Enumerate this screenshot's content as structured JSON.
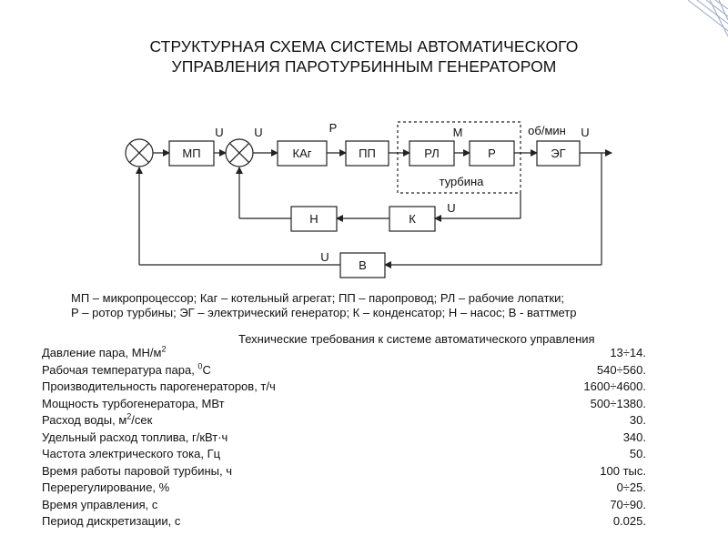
{
  "title": {
    "line1": "СТРУКТУРНАЯ СХЕМА СИСТЕМЫ АВТОМАТИЧЕСКОГО",
    "line2": "УПРАВЛЕНИЯ ПАРОТУРБИННЫМ ГЕНЕРАТОРОМ"
  },
  "diagram": {
    "blocks": {
      "mp": "МП",
      "kag": "КАг",
      "pp": "ПП",
      "rl": "РЛ",
      "r": "Р",
      "eg": "ЭГ",
      "n": "Н",
      "k": "К",
      "v": "В"
    },
    "signals": {
      "u_mp": "U",
      "u_sum2": "U",
      "p": "P",
      "m": "M",
      "speed": "об/мин",
      "u_out": "U",
      "u_k": "U",
      "u_v": "U"
    },
    "turbine_label": "турбина",
    "colors": {
      "line": "#222222",
      "accent": "#7a8fb0"
    }
  },
  "legend": {
    "line1": "МП – микропроцессор; Каг – котельный агрегат; ПП – паропровод; РЛ – рабочие лопатки;",
    "line2": "Р – ротор турбины; ЭГ – электрический генератор; К – конденсатор; Н – насос; В - ваттметр"
  },
  "specs": {
    "heading": "Технические требования к системе автоматического управления",
    "rows": [
      {
        "label": "Давление пара, МН/м",
        "sup": "2",
        "label_after": "",
        "value": "13÷14."
      },
      {
        "label": "Рабочая температура пара, ",
        "sup": "0",
        "label_after": "С",
        "value": "540÷560."
      },
      {
        "label": "Производительность парогенераторов, т/ч",
        "sup": "",
        "label_after": "",
        "value": "1600÷4600."
      },
      {
        "label": "Мощность турбогенератора, МВт",
        "sup": "",
        "label_after": "",
        "value": "500÷1380."
      },
      {
        "label": "Расход воды, м",
        "sup": "2",
        "label_after": "/сек",
        "value": "30."
      },
      {
        "label": "Удельный расход топлива, г/кВт·ч",
        "sup": "",
        "label_after": "",
        "value": "340."
      },
      {
        "label": "Частота электрического тока, Гц",
        "sup": "",
        "label_after": "",
        "value": "50."
      },
      {
        "label": "Время работы паровой турбины, ч",
        "sup": "",
        "label_after": "",
        "value": "100 тыс."
      },
      {
        "label": "Перерегулирование, %",
        "sup": "",
        "label_after": "",
        "value": "0÷25."
      },
      {
        "label": "Время управления, с",
        "sup": "",
        "label_after": "",
        "value": "70÷90."
      },
      {
        "label": "Период дискретизации, с",
        "sup": "",
        "label_after": "",
        "value": "0.025."
      }
    ]
  }
}
